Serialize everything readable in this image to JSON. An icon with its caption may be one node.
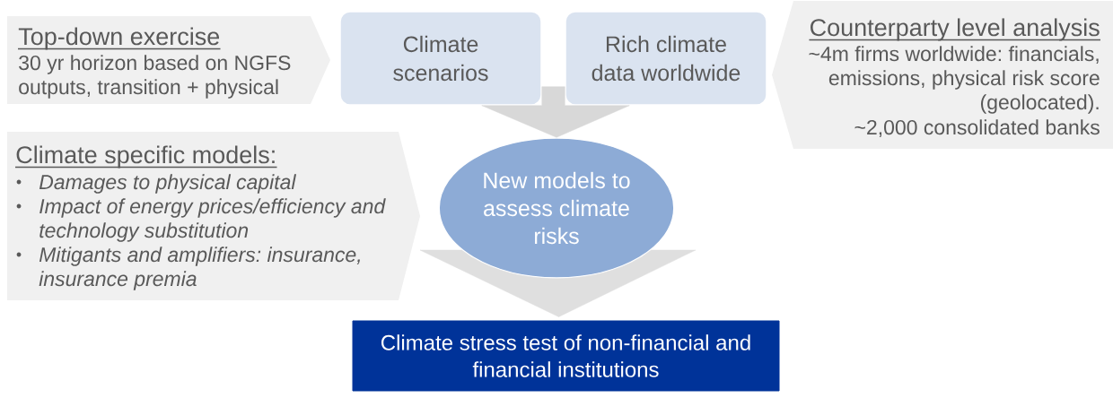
{
  "diagram": {
    "nodes": [
      {
        "text": [
          "Top-down exercise",
          "30 yr horizon based on NGFS outputs, transition + physical"
        ]
      },
      {
        "text": [
          "Climate scenarios"
        ]
      },
      {
        "text": [
          "Rich climate data worldwide"
        ]
      },
      {
        "text": [
          "Counterparty level analysis",
          "~4m firms worldwide: financials, emissions, physical risk score (geolocated).",
          "~2,000 consolidated banks"
        ]
      },
      {
        "text": [
          "Climate specific models:",
          "Damages to physical capital",
          "Impact of energy prices/efficiency and technology substitution",
          "Mitigants and amplifiers: insurance, insurance premia"
        ]
      },
      {
        "text": [
          "New models to assess climate risks"
        ]
      },
      {
        "text": [
          "Climate stress test of non-financial and financial institutions"
        ]
      }
    ],
    "edges": [
      {
        "from": 1,
        "to": 5,
        "arrow": "to"
      },
      {
        "from": 2,
        "to": 5,
        "arrow": "to"
      },
      {
        "from": 5,
        "to": 6,
        "arrow": "to"
      }
    ]
  }
}
